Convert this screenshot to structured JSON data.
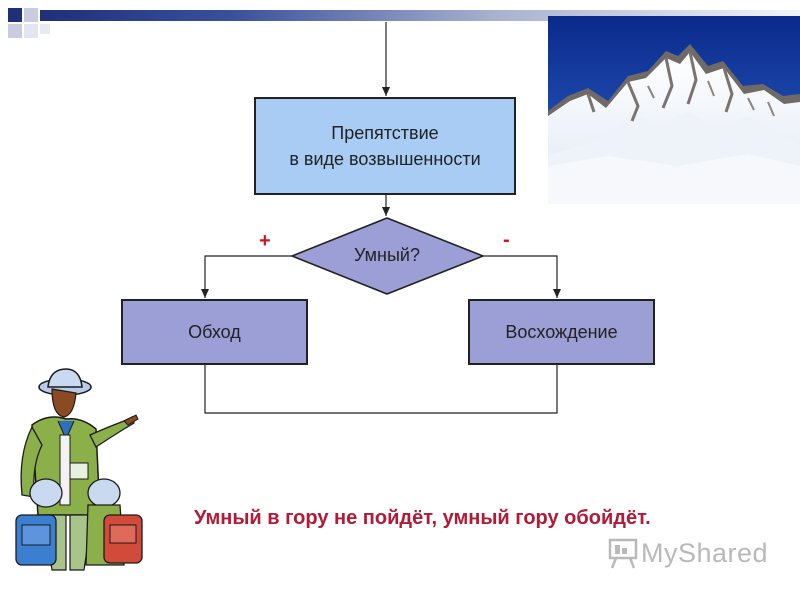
{
  "flowchart": {
    "obstacle": [
      "Препятствие",
      "в виде возвышенности"
    ],
    "decision": "Умный?",
    "yes_sign": "+",
    "no_sign": "-",
    "left_action": "Обход",
    "right_action": "Восхождение"
  },
  "proverb": "Умный в гору не пойдёт, умный гору обойдёт.",
  "logo": "MyShared",
  "colors": {
    "obstacle_fill": "#a9ccf5",
    "action_fill": "#9c9ed6",
    "decision_fill": "#9c9ed6",
    "sign_color": "#d0161c",
    "proverb_color": "#b21a36",
    "accent": "#1f2f7a"
  },
  "icons": [
    "mountain-photo",
    "hiker-guide-clipart",
    "presentation-board-icon"
  ]
}
